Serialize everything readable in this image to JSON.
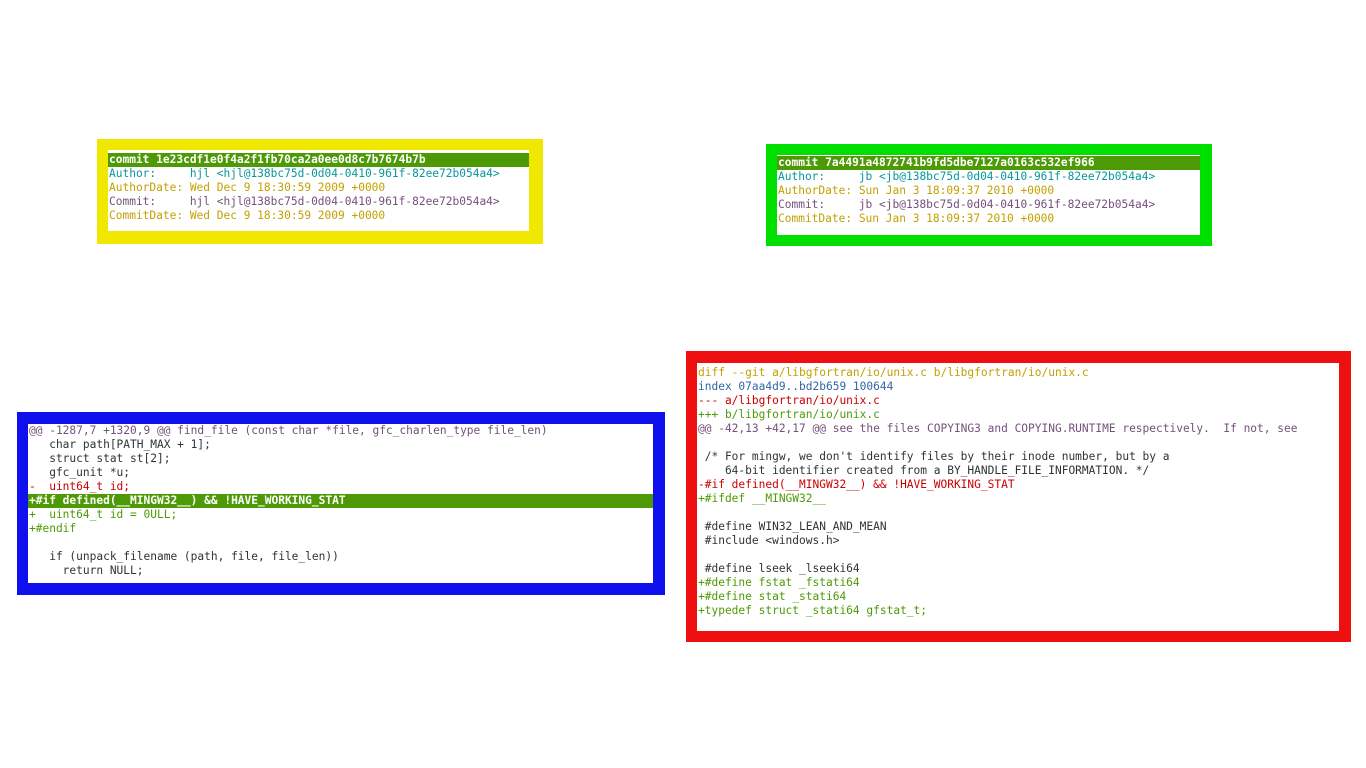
{
  "panels": {
    "yellow": {
      "border_color": "#f0e800",
      "lines": [
        {
          "text": "commit 1e23cdf1e0f4a2f1fb70ca2a0ee0d8c7b7674b7b",
          "style": "hl"
        },
        {
          "text": "Author:     hjl <hjl@138bc75d-0d04-0410-961f-82ee72b054a4>",
          "style": "c-teal"
        },
        {
          "text": "AuthorDate: Wed Dec 9 18:30:59 2009 +0000",
          "style": "c-gold"
        },
        {
          "text": "Commit:     hjl <hjl@138bc75d-0d04-0410-961f-82ee72b054a4>",
          "style": "c-purple"
        },
        {
          "text": "CommitDate: Wed Dec 9 18:30:59 2009 +0000",
          "style": "c-gold"
        }
      ]
    },
    "green": {
      "border_color": "#00e000",
      "lines": [
        {
          "text": "commit 7a4491a4872741b9fd5dbe7127a0163c532ef966",
          "style": "hl"
        },
        {
          "text": "Author:     jb <jb@138bc75d-0d04-0410-961f-82ee72b054a4>",
          "style": "c-teal"
        },
        {
          "text": "AuthorDate: Sun Jan 3 18:09:37 2010 +0000",
          "style": "c-gold"
        },
        {
          "text": "Commit:     jb <jb@138bc75d-0d04-0410-961f-82ee72b054a4>",
          "style": "c-purple"
        },
        {
          "text": "CommitDate: Sun Jan 3 18:09:37 2010 +0000",
          "style": "c-gold"
        }
      ]
    },
    "blue": {
      "border_color": "#1010ee",
      "lines": [
        {
          "text": "@@ -1287,7 +1320,9 @@ find_file (const char *file, gfc_charlen_type file_len)",
          "style": "c-purple"
        },
        {
          "text": "   char path[PATH_MAX + 1];",
          "style": "c-default"
        },
        {
          "text": "   struct stat st[2];",
          "style": "c-default"
        },
        {
          "text": "   gfc_unit *u;",
          "style": "c-default"
        },
        {
          "text": "-  uint64_t id;",
          "style": "c-red"
        },
        {
          "text": "+#if defined(__MINGW32__) && !HAVE_WORKING_STAT",
          "style": "hl"
        },
        {
          "text": "+  uint64_t id = 0ULL;",
          "style": "c-green"
        },
        {
          "text": "+#endif",
          "style": "c-green"
        },
        {
          "text": "",
          "style": "c-default"
        },
        {
          "text": "   if (unpack_filename (path, file, file_len))",
          "style": "c-default"
        },
        {
          "text": "     return NULL;",
          "style": "c-default"
        }
      ]
    },
    "red": {
      "border_color": "#ee1010",
      "lines": [
        {
          "text": "diff --git a/libgfortran/io/unix.c b/libgfortran/io/unix.c",
          "style": "c-gold"
        },
        {
          "text": "index 07aa4d9..bd2b659 100644",
          "style": "c-blue"
        },
        {
          "text": "--- a/libgfortran/io/unix.c",
          "style": "c-red"
        },
        {
          "text": "+++ b/libgfortran/io/unix.c",
          "style": "c-green"
        },
        {
          "text": "@@ -42,13 +42,17 @@ see the files COPYING3 and COPYING.RUNTIME respectively.  If not, see",
          "style": "c-purple"
        },
        {
          "text": "",
          "style": "c-default"
        },
        {
          "text": " /* For mingw, we don't identify files by their inode number, but by a",
          "style": "c-default"
        },
        {
          "text": "    64-bit identifier created from a BY_HANDLE_FILE_INFORMATION. */",
          "style": "c-default"
        },
        {
          "text": "-#if defined(__MINGW32__) && !HAVE_WORKING_STAT",
          "style": "c-red"
        },
        {
          "text": "+#ifdef __MINGW32__",
          "style": "c-green"
        },
        {
          "text": "",
          "style": "c-default"
        },
        {
          "text": " #define WIN32_LEAN_AND_MEAN",
          "style": "c-default"
        },
        {
          "text": " #include <windows.h>",
          "style": "c-default"
        },
        {
          "text": "",
          "style": "c-default"
        },
        {
          "text": " #define lseek _lseeki64",
          "style": "c-default"
        },
        {
          "text": "+#define fstat _fstati64",
          "style": "c-green"
        },
        {
          "text": "+#define stat _stati64",
          "style": "c-green"
        },
        {
          "text": "+typedef struct _stati64 gfstat_t;",
          "style": "c-green"
        }
      ]
    }
  }
}
